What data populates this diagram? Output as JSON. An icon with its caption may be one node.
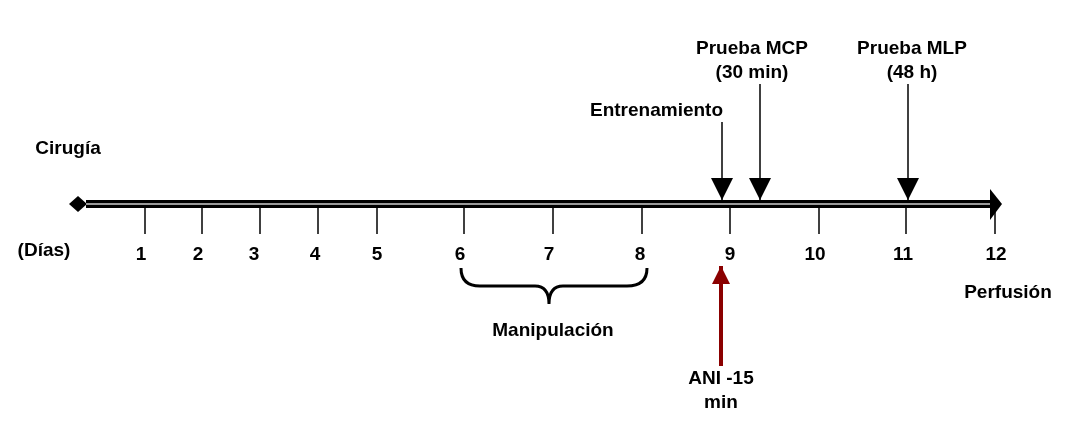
{
  "diagram": {
    "nodes": [
      {
        "text": [],
        "shape": "bar"
      },
      {
        "text": [
          "Entrenamiento"
        ]
      },
      {
        "text": [
          "Prueba MCP (30 min)"
        ]
      },
      {
        "text": [
          "Prueba MLP (48 h)"
        ]
      },
      {
        "text": [
          "ANI -15 min"
        ]
      },
      {
        "text": [
          "9"
        ]
      }
    ],
    "edges": [
      {
        "from": 1,
        "to": 0,
        "arrow": "to"
      },
      {
        "from": 2,
        "to": 0,
        "arrow": "to"
      },
      {
        "from": 3,
        "to": 0,
        "arrow": "to"
      },
      {
        "from": 4,
        "to": 5,
        "arrow": "to",
        "style": "thick",
        "color": "#8b0000"
      }
    ],
    "labels": [
      "Cirugía",
      "(Días)",
      "1",
      "2",
      "3",
      "4",
      "5",
      "6",
      "7",
      "8",
      "10",
      "11",
      "12",
      "Perfusión",
      "Manipulación"
    ]
  }
}
